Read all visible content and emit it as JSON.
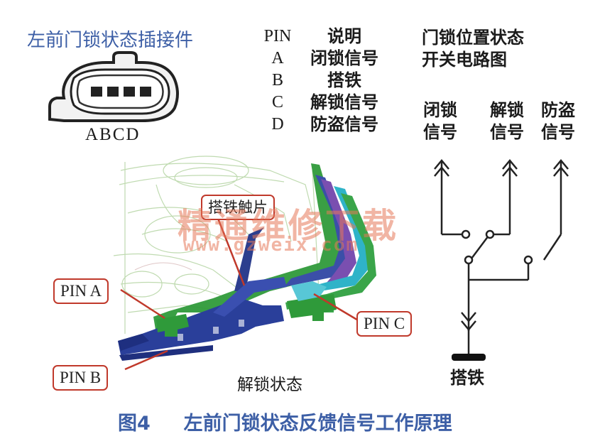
{
  "connector": {
    "title": "左前门锁状态插接件",
    "pins_text": "ABCD"
  },
  "pin_table": {
    "header_pin": "PIN",
    "header_desc": "说明",
    "rows": [
      {
        "pin": "A",
        "desc": "闭锁信号"
      },
      {
        "pin": "B",
        "desc": "搭铁"
      },
      {
        "pin": "C",
        "desc": "解锁信号"
      },
      {
        "pin": "D",
        "desc": "防盗信号"
      }
    ]
  },
  "switch_diagram": {
    "title_line1": "门锁位置状态",
    "title_line2": "开关电路图",
    "signals": [
      {
        "line1": "闭锁",
        "line2": "信号"
      },
      {
        "line1": "解锁",
        "line2": "信号"
      },
      {
        "line1": "防盗",
        "line2": "信号"
      }
    ],
    "ground_label": "搭铁"
  },
  "illustration": {
    "callout": "搭铁触片",
    "pin_labels": [
      "PIN A",
      "PIN B",
      "PIN C"
    ],
    "state_caption": "解锁状态"
  },
  "watermark": {
    "line1": "精通维修下载",
    "line2": "www.gzweix.com"
  },
  "figure": {
    "number": "图4",
    "caption": "左前门锁状态反馈信号工作原理"
  },
  "colors": {
    "title_blue": "#3d5fa6",
    "label_red": "#c0392b",
    "metal_blue": "#2a3f9a",
    "metal_green": "#2f9a3a",
    "metal_cyan": "#2fb3c8"
  }
}
